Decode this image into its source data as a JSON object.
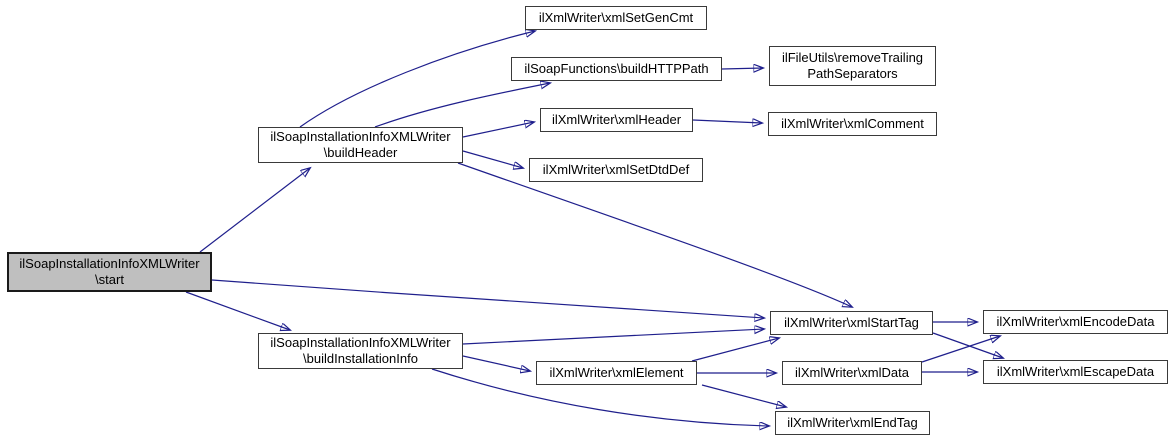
{
  "diagram": {
    "type": "call-graph",
    "root_function": "ilSoapInstallationInfoXMLWriter\\start",
    "background_color": "#ffffff",
    "edge_color": "#1f1f8c",
    "node_fill": "#ffffff",
    "highlight_fill": "#bfbfbf",
    "border_color": "#3a3a3a"
  },
  "nodes": {
    "start": {
      "label": "ilSoapInstallationInfoXMLWriter\\start",
      "lines": [
        "ilSoapInstallationInfoXMLWriter",
        "\\start"
      ],
      "highlighted": true
    },
    "buildHeader": {
      "label": "ilSoapInstallationInfoXMLWriter\\buildHeader",
      "lines": [
        "ilSoapInstallationInfoXMLWriter",
        "\\buildHeader"
      ],
      "highlighted": false
    },
    "buildInstallationInfo": {
      "label": "ilSoapInstallationInfoXMLWriter\\buildInstallationInfo",
      "lines": [
        "ilSoapInstallationInfoXMLWriter",
        "\\buildInstallationInfo"
      ],
      "highlighted": false
    },
    "xmlSetGenCmt": {
      "label": "ilXmlWriter\\xmlSetGenCmt",
      "lines": [
        "ilXmlWriter\\xmlSetGenCmt"
      ],
      "highlighted": false
    },
    "buildHTTPPath": {
      "label": "ilSoapFunctions\\buildHTTPPath",
      "lines": [
        "ilSoapFunctions\\buildHTTPPath"
      ],
      "highlighted": false
    },
    "removeTrailing": {
      "label": "ilFileUtils\\removeTrailingPathSeparators",
      "lines": [
        "ilFileUtils\\removeTrailing",
        "PathSeparators"
      ],
      "highlighted": false
    },
    "xmlHeader": {
      "label": "ilXmlWriter\\xmlHeader",
      "lines": [
        "ilXmlWriter\\xmlHeader"
      ],
      "highlighted": false
    },
    "xmlComment": {
      "label": "ilXmlWriter\\xmlComment",
      "lines": [
        "ilXmlWriter\\xmlComment"
      ],
      "highlighted": false
    },
    "xmlSetDtdDef": {
      "label": "ilXmlWriter\\xmlSetDtdDef",
      "lines": [
        "ilXmlWriter\\xmlSetDtdDef"
      ],
      "highlighted": false
    },
    "xmlStartTag": {
      "label": "ilXmlWriter\\xmlStartTag",
      "lines": [
        "ilXmlWriter\\xmlStartTag"
      ],
      "highlighted": false
    },
    "xmlElement": {
      "label": "ilXmlWriter\\xmlElement",
      "lines": [
        "ilXmlWriter\\xmlElement"
      ],
      "highlighted": false
    },
    "xmlData": {
      "label": "ilXmlWriter\\xmlData",
      "lines": [
        "ilXmlWriter\\xmlData"
      ],
      "highlighted": false
    },
    "xmlEndTag": {
      "label": "ilXmlWriter\\xmlEndTag",
      "lines": [
        "ilXmlWriter\\xmlEndTag"
      ],
      "highlighted": false
    },
    "xmlEncodeData": {
      "label": "ilXmlWriter\\xmlEncodeData",
      "lines": [
        "ilXmlWriter\\xmlEncodeData"
      ],
      "highlighted": false
    },
    "xmlEscapeData": {
      "label": "ilXmlWriter\\xmlEscapeData",
      "lines": [
        "ilXmlWriter\\xmlEscapeData"
      ],
      "highlighted": false
    }
  },
  "edges": [
    {
      "from": "start",
      "to": "buildHeader"
    },
    {
      "from": "start",
      "to": "xmlStartTag"
    },
    {
      "from": "start",
      "to": "buildInstallationInfo"
    },
    {
      "from": "buildHeader",
      "to": "xmlSetGenCmt"
    },
    {
      "from": "buildHeader",
      "to": "buildHTTPPath"
    },
    {
      "from": "buildHeader",
      "to": "xmlHeader"
    },
    {
      "from": "buildHeader",
      "to": "xmlSetDtdDef"
    },
    {
      "from": "buildHeader",
      "to": "xmlStartTag"
    },
    {
      "from": "buildHTTPPath",
      "to": "removeTrailing"
    },
    {
      "from": "xmlHeader",
      "to": "xmlComment"
    },
    {
      "from": "buildInstallationInfo",
      "to": "xmlStartTag"
    },
    {
      "from": "buildInstallationInfo",
      "to": "xmlElement"
    },
    {
      "from": "buildInstallationInfo",
      "to": "xmlEndTag"
    },
    {
      "from": "xmlElement",
      "to": "xmlStartTag"
    },
    {
      "from": "xmlElement",
      "to": "xmlData"
    },
    {
      "from": "xmlElement",
      "to": "xmlEndTag"
    },
    {
      "from": "xmlStartTag",
      "to": "xmlEncodeData"
    },
    {
      "from": "xmlStartTag",
      "to": "xmlEscapeData"
    },
    {
      "from": "xmlData",
      "to": "xmlEncodeData"
    },
    {
      "from": "xmlData",
      "to": "xmlEscapeData"
    }
  ]
}
